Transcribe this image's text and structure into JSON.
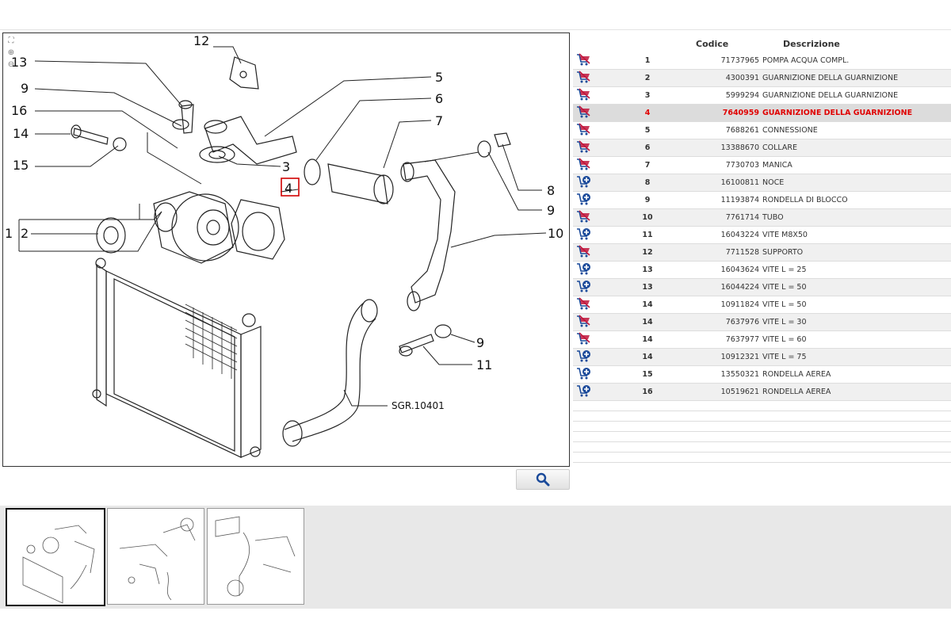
{
  "diagram": {
    "code_label": "SGR.10401",
    "callouts": [
      {
        "id": "12",
        "text": "12"
      },
      {
        "id": "13",
        "text": "13"
      },
      {
        "id": "9a",
        "text": "9"
      },
      {
        "id": "16",
        "text": "16"
      },
      {
        "id": "14",
        "text": "14"
      },
      {
        "id": "15",
        "text": "15"
      },
      {
        "id": "3",
        "text": "3"
      },
      {
        "id": "4",
        "text": "4"
      },
      {
        "id": "1",
        "text": "1"
      },
      {
        "id": "2",
        "text": "2"
      },
      {
        "id": "5",
        "text": "5"
      },
      {
        "id": "6",
        "text": "6"
      },
      {
        "id": "7",
        "text": "7"
      },
      {
        "id": "8",
        "text": "8"
      },
      {
        "id": "9b",
        "text": "9"
      },
      {
        "id": "10",
        "text": "10"
      },
      {
        "id": "9c",
        "text": "9"
      },
      {
        "id": "11",
        "text": "11"
      }
    ],
    "zoom_icons": [
      "fullscreen-icon",
      "zoom-in-icon",
      "zoom-out-icon"
    ]
  },
  "colors": {
    "selected": "#e00000",
    "cart_red": "#c0163c",
    "cart_blue": "#1a4a9a"
  },
  "table": {
    "headers": {
      "num": "",
      "code": "Codice",
      "desc": "Descrizione"
    },
    "rows": [
      {
        "icon": "cart-unavailable-icon",
        "num": "1",
        "code": "71737965",
        "desc": "POMPA ACQUA COMPL."
      },
      {
        "icon": "cart-unavailable-icon",
        "num": "2",
        "code": "4300391",
        "desc": "GUARNIZIONE DELLA GUARNIZIONE"
      },
      {
        "icon": "cart-unavailable-icon",
        "num": "3",
        "code": "5999294",
        "desc": "GUARNIZIONE DELLA GUARNIZIONE"
      },
      {
        "icon": "cart-unavailable-icon",
        "num": "4",
        "code": "7640959",
        "desc": "GUARNIZIONE DELLA GUARNIZIONE",
        "selected": true
      },
      {
        "icon": "cart-unavailable-icon",
        "num": "5",
        "code": "7688261",
        "desc": "CONNESSIONE"
      },
      {
        "icon": "cart-unavailable-icon",
        "num": "6",
        "code": "13388670",
        "desc": "COLLARE"
      },
      {
        "icon": "cart-unavailable-icon",
        "num": "7",
        "code": "7730703",
        "desc": "MANICA"
      },
      {
        "icon": "cart-add-icon",
        "num": "8",
        "code": "16100811",
        "desc": "NOCE"
      },
      {
        "icon": "cart-add-icon",
        "num": "9",
        "code": "11193874",
        "desc": "RONDELLA DI BLOCCO"
      },
      {
        "icon": "cart-unavailable-icon",
        "num": "10",
        "code": "7761714",
        "desc": "TUBO"
      },
      {
        "icon": "cart-add-icon",
        "num": "11",
        "code": "16043224",
        "desc": "VITE M8X50"
      },
      {
        "icon": "cart-unavailable-icon",
        "num": "12",
        "code": "7711528",
        "desc": "SUPPORTO"
      },
      {
        "icon": "cart-add-icon",
        "num": "13",
        "code": "16043624",
        "desc": "VITE L = 25"
      },
      {
        "icon": "cart-add-icon",
        "num": "13",
        "code": "16044224",
        "desc": "VITE L = 50"
      },
      {
        "icon": "cart-unavailable-icon",
        "num": "14",
        "code": "10911824",
        "desc": "VITE L = 50"
      },
      {
        "icon": "cart-unavailable-icon",
        "num": "14",
        "code": "7637976",
        "desc": "VITE L = 30"
      },
      {
        "icon": "cart-unavailable-icon",
        "num": "14",
        "code": "7637977",
        "desc": "VITE L = 60"
      },
      {
        "icon": "cart-add-icon",
        "num": "14",
        "code": "10912321",
        "desc": "VITE L = 75"
      },
      {
        "icon": "cart-add-icon",
        "num": "15",
        "code": "13550321",
        "desc": "RONDELLA AEREA"
      },
      {
        "icon": "cart-add-icon",
        "num": "16",
        "code": "10519621",
        "desc": "RONDELLA AEREA"
      }
    ]
  },
  "thumbnails": [
    {
      "name": "thumb-1",
      "active": true
    },
    {
      "name": "thumb-2",
      "active": false
    },
    {
      "name": "thumb-3",
      "active": false
    }
  ]
}
